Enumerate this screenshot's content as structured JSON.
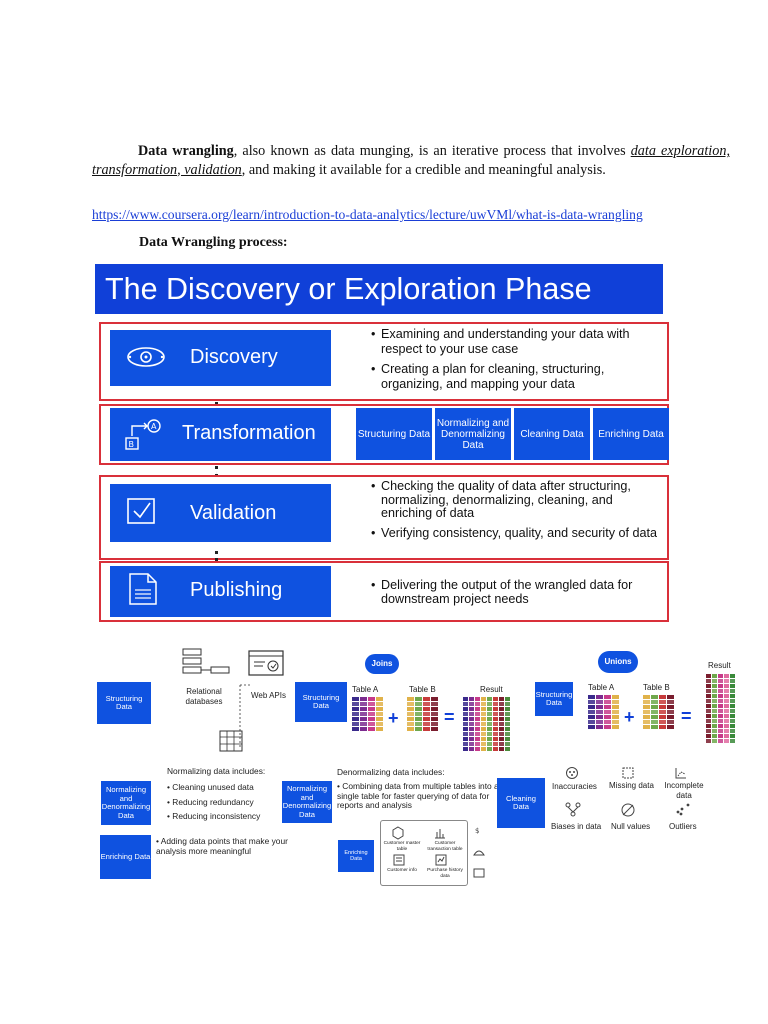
{
  "intro": {
    "term": "Data wrangling",
    "text1": ", also known as data munging, is an iterative process that involves ",
    "emph": "data exploration, transformation, validation",
    "text2": ", and making it available for a credible and meaningful analysis."
  },
  "link": "https://www.coursera.org/learn/introduction-to-data-analytics/lecture/uwVMl/what-is-data-wrangling",
  "process_heading": "Data Wrangling process:",
  "figure1": {
    "title": "The Discovery or Exploration Phase",
    "discovery": {
      "label": "Discovery",
      "b1": "Examining and understanding your data with respect to your use case",
      "b2": "Creating a plan for cleaning, structuring, organizing, and mapping your data"
    },
    "transformation": {
      "label": "Transformation",
      "steps": [
        "Structuring Data",
        "Normalizing and Denormalizing Data",
        "Cleaning Data",
        "Enriching Data"
      ]
    },
    "validation": {
      "label": "Validation",
      "b1": "Checking the quality of data after structuring, normalizing, denormalizing, cleaning, and enriching of data",
      "b2": "Verifying consistency, quality, and security of data"
    },
    "publishing": {
      "label": "Publishing",
      "b1": "Delivering the output of the wrangled data for downstream project needs"
    }
  },
  "figure2": {
    "structuring1": "Structuring Data",
    "relational": "Relational databases",
    "webapis": "Web APIs",
    "structuring2": "Structuring Data",
    "joins": "Joins",
    "tableA": "Table A",
    "tableB": "Table B",
    "result": "Result",
    "structuring3": "Structuring Data",
    "unions": "Unions",
    "tableA2": "Table A",
    "tableB2": "Table B",
    "result2": "Result",
    "norm_box": "Normalizing and Denormalizing Data",
    "norm_heading": "Normalizing data includes:",
    "norm_items": [
      "Cleaning unused data",
      "Reducing redundancy",
      "Reducing inconsistency"
    ],
    "norm_box2": "Normalizing and Denormalizing Data",
    "denorm_heading": "Denormalizing data includes:",
    "denorm_item": "Combining data from multiple tables into a single table for faster querying of data for reports and analysis",
    "cleaning": "Cleaning Data",
    "clean_items": [
      "Inaccuracies",
      "Missing data",
      "Incomplete data",
      "Biases in data",
      "Null values",
      "Outliers"
    ],
    "enriching": "Enriching Data",
    "enrich_item": "Adding data points that make your analysis more meaningful",
    "enriching2": "Enriching Data",
    "tiles": [
      "Customer master table",
      "Customer transaction table",
      "Customer info",
      "Purchase history data"
    ]
  }
}
